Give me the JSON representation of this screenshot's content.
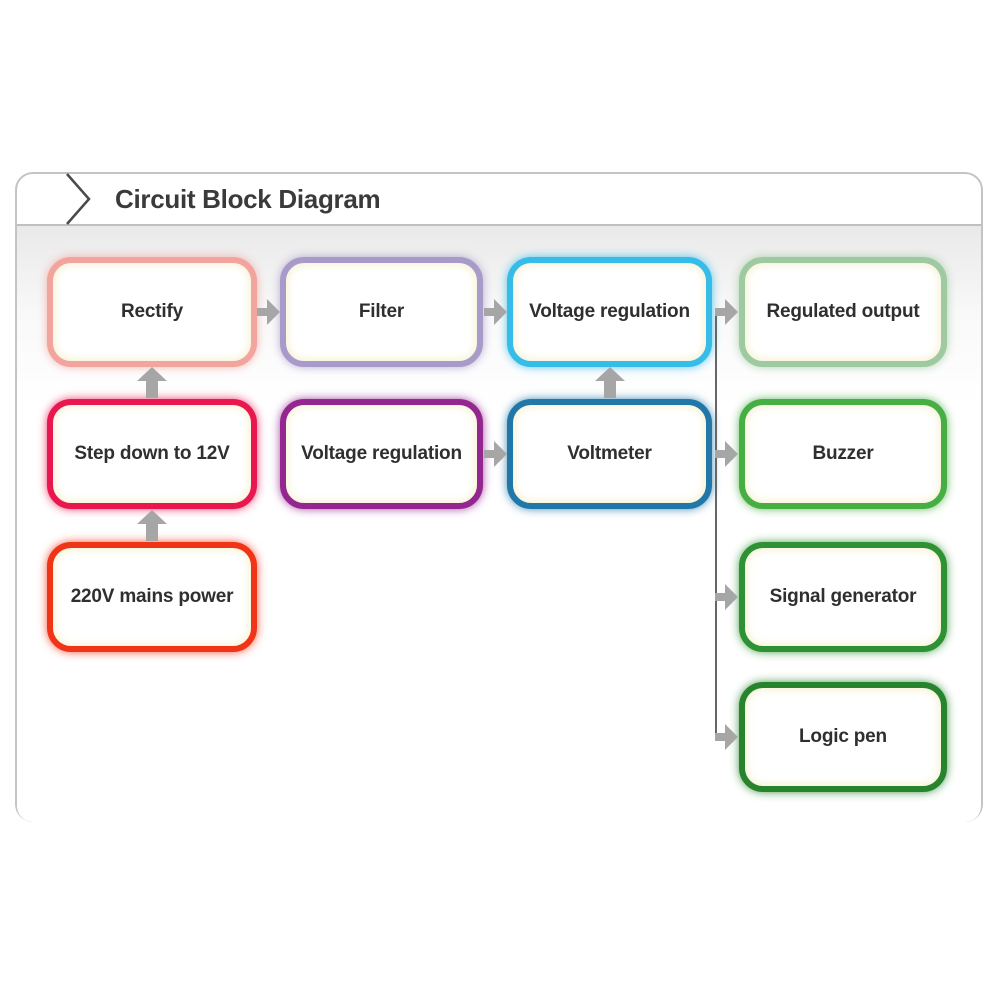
{
  "header": {
    "title": "Circuit Block Diagram"
  },
  "blocks": [
    {
      "id": "rectify",
      "label": "Rectify",
      "color": "#f2a49e"
    },
    {
      "id": "filter",
      "label": "Filter",
      "color": "#a89bc9"
    },
    {
      "id": "voltage-regulation-1",
      "label": "Voltage regulation",
      "color": "#35bce9"
    },
    {
      "id": "regulated-output",
      "label": "Regulated output",
      "color": "#9fc9a0"
    },
    {
      "id": "step-down-to-12v",
      "label": "Step down to 12V",
      "color": "#e8174f"
    },
    {
      "id": "voltage-regulation-2",
      "label": "Voltage regulation",
      "color": "#93278f"
    },
    {
      "id": "voltmeter",
      "label": "Voltmeter",
      "color": "#2178a8"
    },
    {
      "id": "buzzer",
      "label": "Buzzer",
      "color": "#46ae43"
    },
    {
      "id": "220v-mains-power",
      "label": "220V mains power",
      "color": "#f03417"
    },
    {
      "id": "signal-generator",
      "label": "Signal generator",
      "color": "#2e9234"
    },
    {
      "id": "logic-pen",
      "label": "Logic pen",
      "color": "#27842d"
    }
  ],
  "colors": {
    "arrow": "#a6a6a6",
    "connector_line": "#666666",
    "card_border": "#c4c4c4",
    "title_text": "#3a3a3a",
    "label_text": "#2f2f2f"
  },
  "connections": [
    {
      "from": "220v-mains-power",
      "to": "step-down-to-12v"
    },
    {
      "from": "step-down-to-12v",
      "to": "rectify"
    },
    {
      "from": "rectify",
      "to": "filter"
    },
    {
      "from": "filter",
      "to": "voltage-regulation-1"
    },
    {
      "from": "voltage-regulation-2",
      "to": "voltmeter"
    },
    {
      "from": "voltmeter",
      "to": "voltage-regulation-1"
    },
    {
      "from": "voltage-regulation-1",
      "to": "regulated-output"
    },
    {
      "from": "voltage-regulation-1",
      "to": "buzzer"
    },
    {
      "from": "voltage-regulation-1",
      "to": "signal-generator"
    },
    {
      "from": "voltage-regulation-1",
      "to": "logic-pen"
    }
  ]
}
